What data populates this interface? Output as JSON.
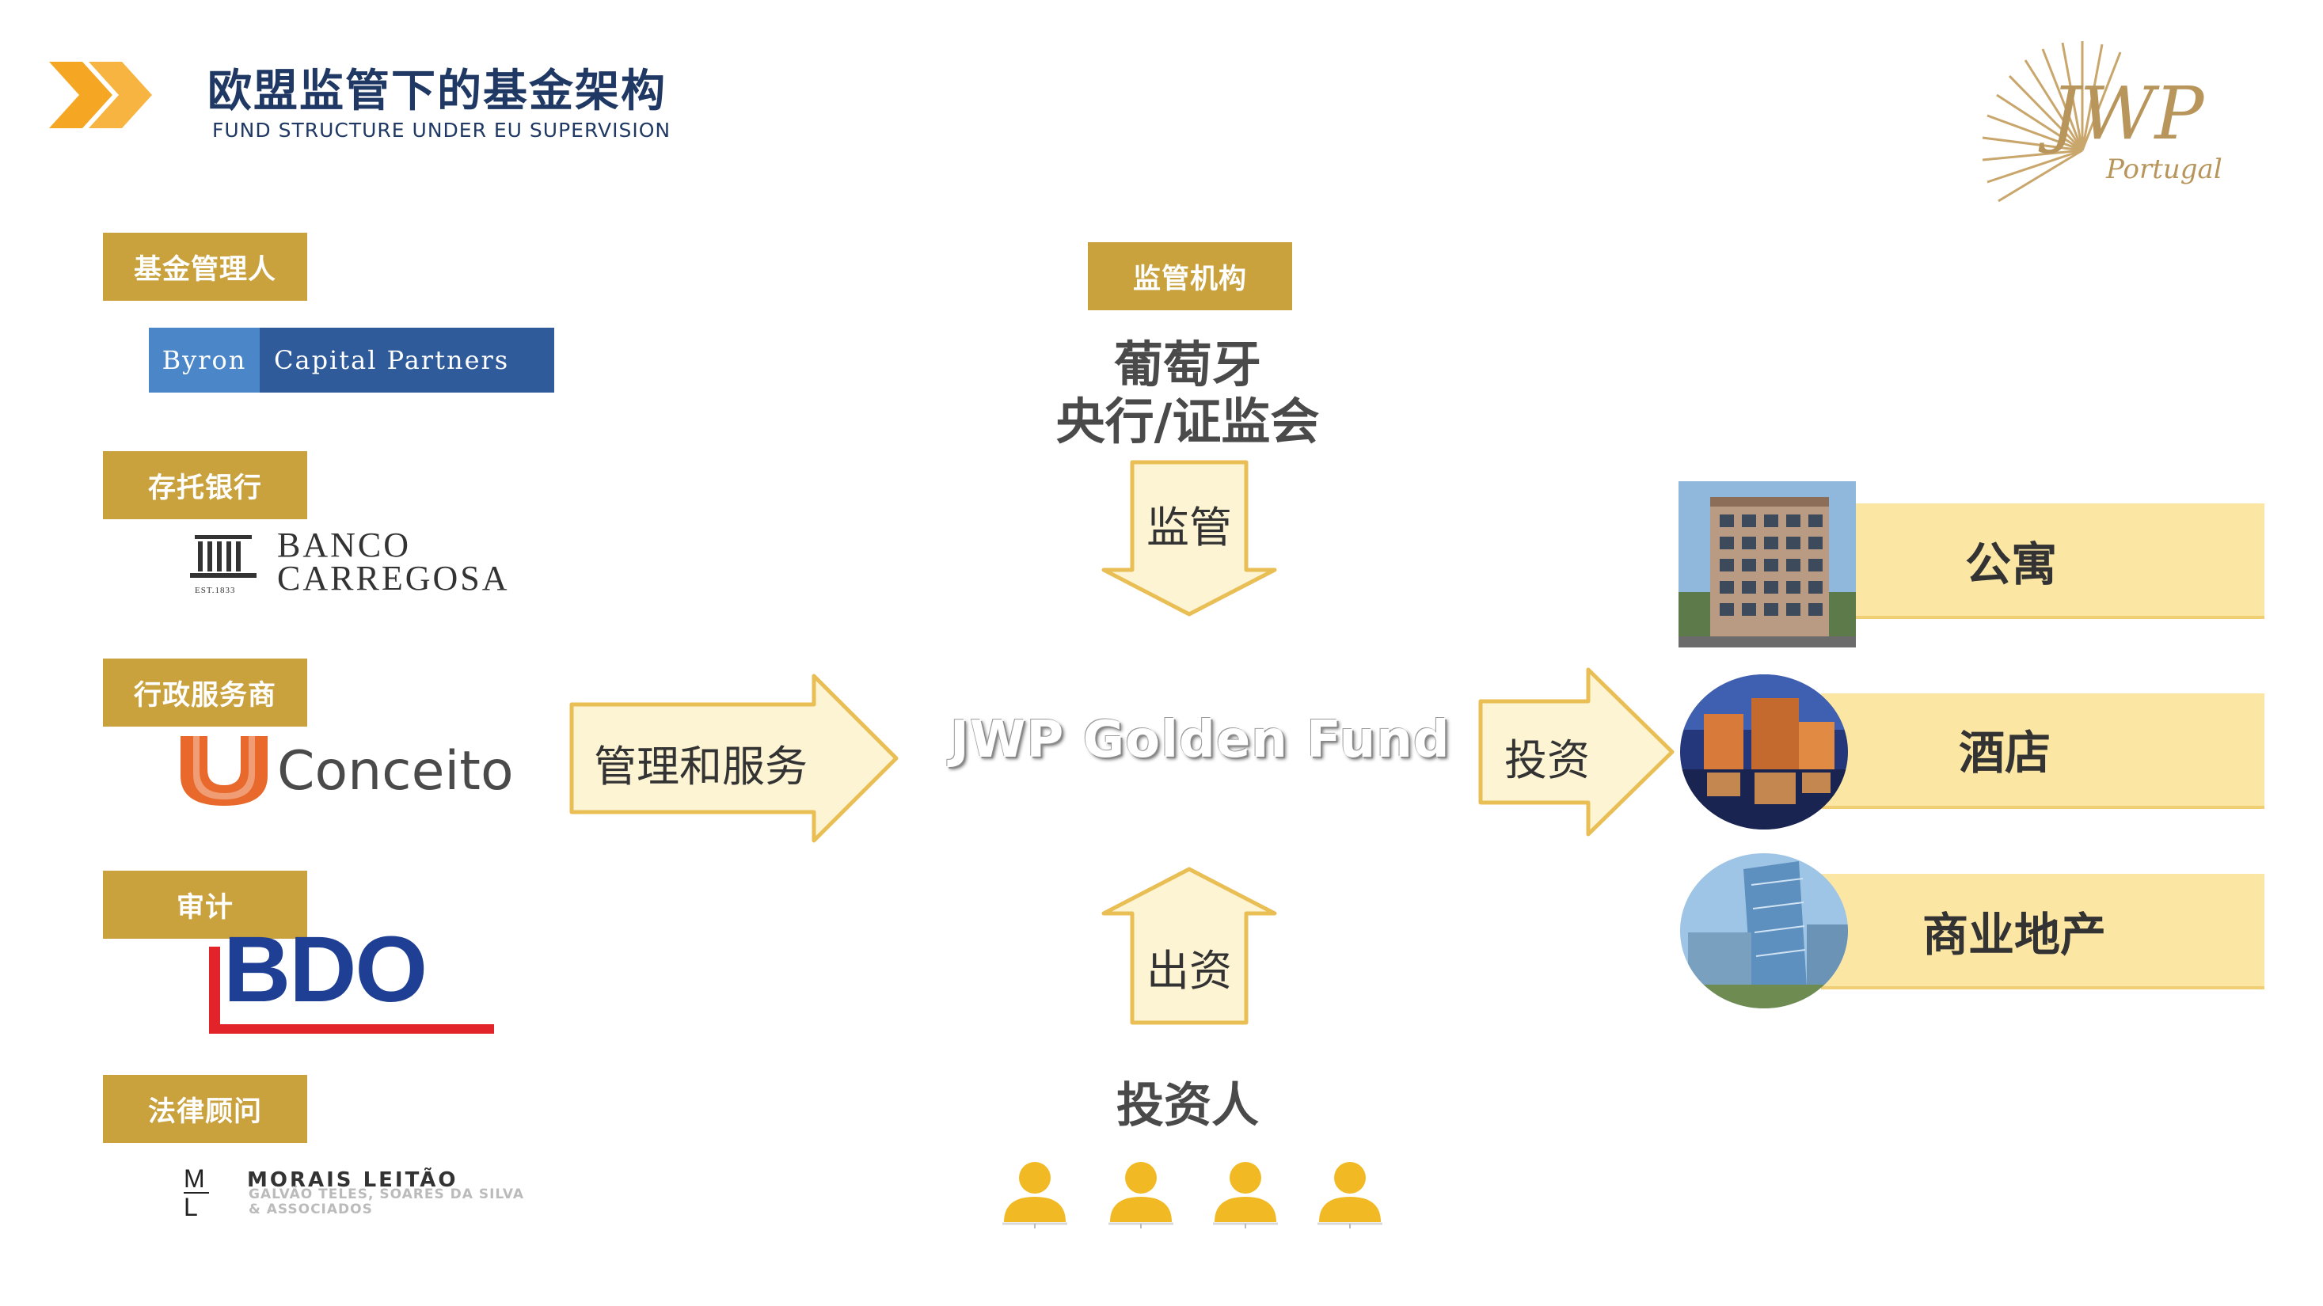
{
  "header": {
    "title_cn": "欧盟监管下的基金架构",
    "title_en": "FUND STRUCTURE UNDER EU SUPERVISION",
    "logo": {
      "text": "JWP",
      "subtext": "Portugal"
    }
  },
  "roles": [
    {
      "label": "基金管理人",
      "company": {
        "part1": "Byron",
        "part2": "Capital Partners"
      }
    },
    {
      "label": "存托银行",
      "company": {
        "line1": "BANCO",
        "line2": "CARREGOSA",
        "est": "EST.1833"
      }
    },
    {
      "label": "行政服务商",
      "company": {
        "name": "Conceito"
      }
    },
    {
      "label": "审计",
      "company": {
        "name": "BDO"
      }
    },
    {
      "label": "法律顾问",
      "company": {
        "mark_m": "M",
        "mark_l": "L",
        "name": "MORAIS LEITÃO",
        "sub1": "GALVÃO TELES, SOARES DA SILVA",
        "sub2": "& ASSOCIADOS"
      }
    }
  ],
  "center": {
    "regulator_tag": "监管机构",
    "regulator_line1": "葡萄牙",
    "regulator_line2": "央行/证监会",
    "supervise_label": "监管",
    "fund_name": "JWP Golden Fund",
    "manage_label": "管理和服务",
    "invest_label": "投资",
    "fund_flow_label": "出资",
    "investors_label": "投资人"
  },
  "investments": [
    {
      "label": "公寓"
    },
    {
      "label": "酒店"
    },
    {
      "label": "商业地产"
    }
  ],
  "colors": {
    "gold": "#c9a13d",
    "arrow_fill": "#fdf4d3",
    "arrow_stroke": "#e9bf55",
    "navy": "#1f3864",
    "orange": "#f5a623"
  }
}
